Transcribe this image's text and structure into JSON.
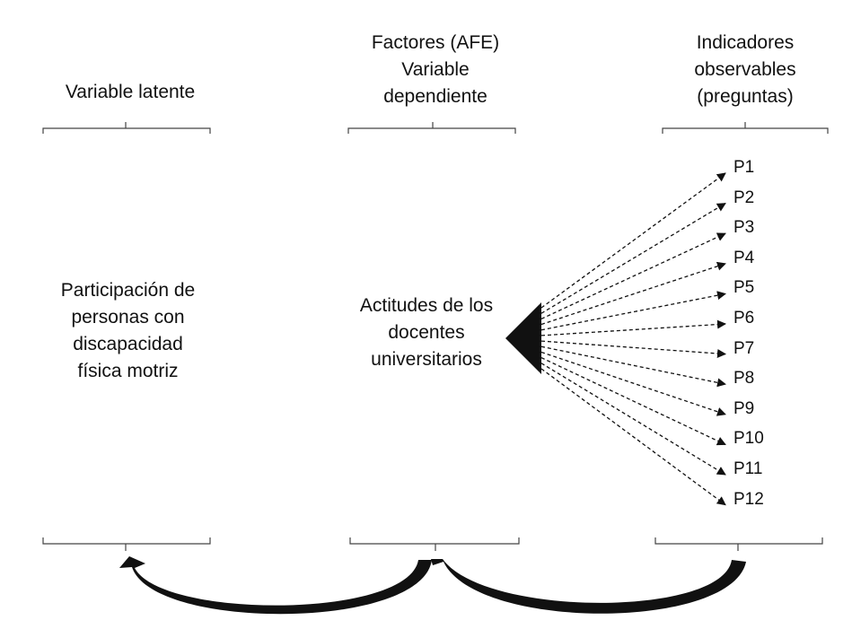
{
  "headers": {
    "latent": [
      "Variable latente"
    ],
    "factors": [
      "Factores (AFE)",
      "Variable",
      "dependiente"
    ],
    "indicators": [
      "Indicadores",
      "observables",
      "(preguntas)"
    ]
  },
  "nodes": {
    "latent": [
      "Participación de",
      "personas con",
      "discapacidad",
      "física motriz"
    ],
    "factor": [
      "Actitudes de los",
      "docentes",
      "universitarios"
    ]
  },
  "indicators": [
    "P1",
    "P2",
    "P3",
    "P4",
    "P5",
    "P6",
    "P7",
    "P8",
    "P9",
    "P10",
    "P11",
    "P12"
  ],
  "colors": {
    "ink": "#111111",
    "background": "#ffffff"
  }
}
